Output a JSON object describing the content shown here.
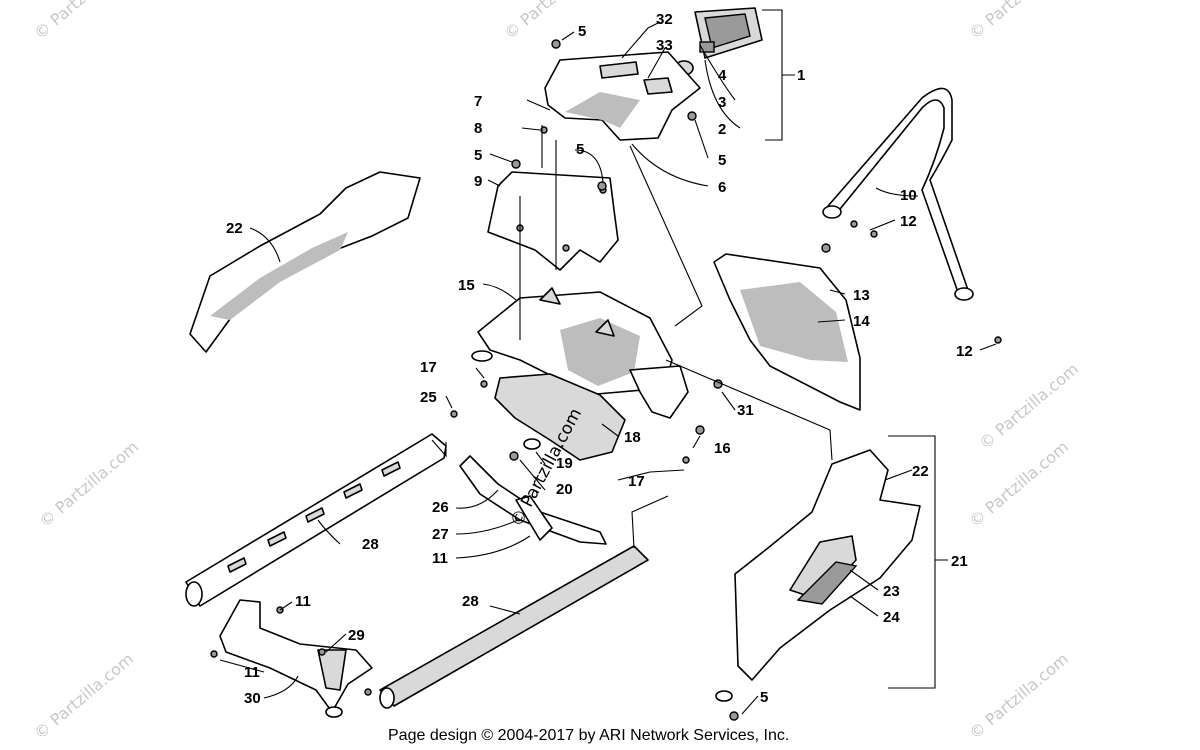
{
  "callouts": [
    {
      "id": "c1",
      "text": "1"
    },
    {
      "id": "c2",
      "text": "2"
    },
    {
      "id": "c3",
      "text": "3"
    },
    {
      "id": "c4",
      "text": "4"
    },
    {
      "id": "c5a",
      "text": "5"
    },
    {
      "id": "c5b",
      "text": "5"
    },
    {
      "id": "c5c",
      "text": "5"
    },
    {
      "id": "c5d",
      "text": "5"
    },
    {
      "id": "c5e",
      "text": "5"
    },
    {
      "id": "c6",
      "text": "6"
    },
    {
      "id": "c7",
      "text": "7"
    },
    {
      "id": "c8",
      "text": "8"
    },
    {
      "id": "c9",
      "text": "9"
    },
    {
      "id": "c10",
      "text": "10"
    },
    {
      "id": "c11a",
      "text": "11"
    },
    {
      "id": "c11b",
      "text": "11"
    },
    {
      "id": "c11c",
      "text": "11"
    },
    {
      "id": "c12a",
      "text": "12"
    },
    {
      "id": "c12b",
      "text": "12"
    },
    {
      "id": "c13",
      "text": "13"
    },
    {
      "id": "c14",
      "text": "14"
    },
    {
      "id": "c15",
      "text": "15"
    },
    {
      "id": "c16",
      "text": "16"
    },
    {
      "id": "c17a",
      "text": "17"
    },
    {
      "id": "c17b",
      "text": "17"
    },
    {
      "id": "c18",
      "text": "18"
    },
    {
      "id": "c19",
      "text": "19"
    },
    {
      "id": "c20",
      "text": "20"
    },
    {
      "id": "c21",
      "text": "21"
    },
    {
      "id": "c22a",
      "text": "22"
    },
    {
      "id": "c22b",
      "text": "22"
    },
    {
      "id": "c23",
      "text": "23"
    },
    {
      "id": "c24",
      "text": "24"
    },
    {
      "id": "c25",
      "text": "25"
    },
    {
      "id": "c26",
      "text": "26"
    },
    {
      "id": "c27",
      "text": "27"
    },
    {
      "id": "c28a",
      "text": "28"
    },
    {
      "id": "c28b",
      "text": "28"
    },
    {
      "id": "c29",
      "text": "29"
    },
    {
      "id": "c30",
      "text": "30"
    },
    {
      "id": "c31",
      "text": "31"
    },
    {
      "id": "c32",
      "text": "32"
    },
    {
      "id": "c33",
      "text": "33"
    }
  ],
  "watermark": {
    "corner_text": "© Partzilla.com",
    "center_text": "© Partzilla.com"
  },
  "footer": {
    "text": "Page design © 2004-2017 by ARI Network Services, Inc."
  }
}
